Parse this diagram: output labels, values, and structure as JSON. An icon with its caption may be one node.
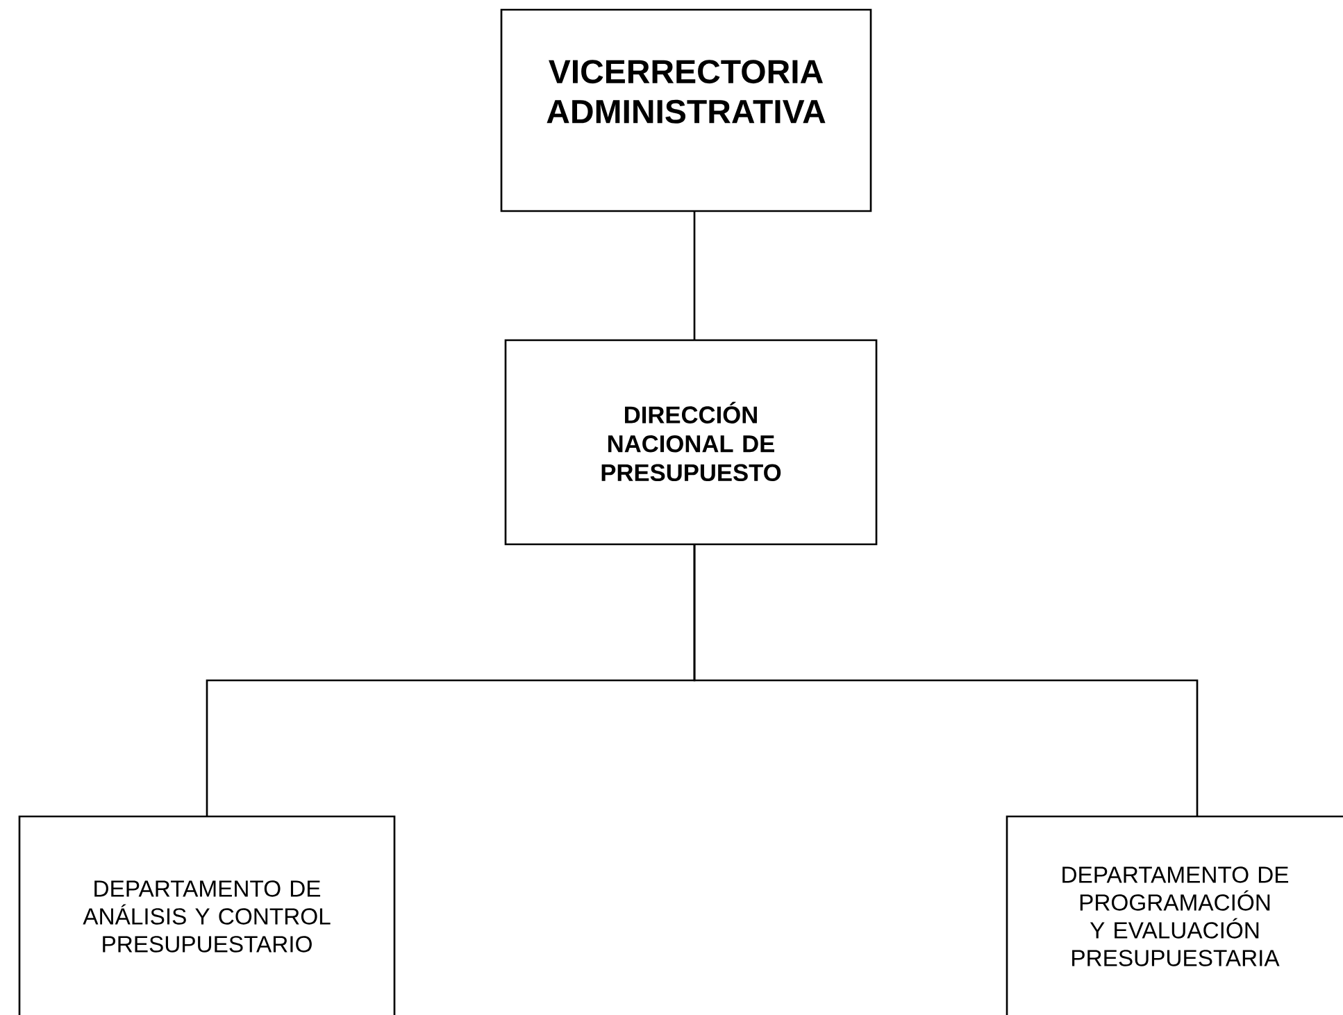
{
  "diagram": {
    "nodes": [
      {
        "text": [
          "VICERRECTORIA ADMINISTRATIVA"
        ]
      },
      {
        "text": [
          "DIRECCIÓN NACIONAL DE PRESUPUESTO"
        ]
      },
      {
        "text": [
          "DEPARTAMENTO DE ANÁLISIS Y CONTROL PRESUPUESTARIO"
        ]
      },
      {
        "text": [
          "DEPARTAMENTO DE PROGRAMACIÓN Y EVALUACIÓN PRESUPUESTARIA"
        ]
      }
    ],
    "edges": [
      {
        "from": 0,
        "to": 1,
        "arrow": "none"
      },
      {
        "from": 1,
        "to": 2,
        "arrow": "none"
      },
      {
        "from": 1,
        "to": 3,
        "arrow": "none"
      }
    ]
  }
}
